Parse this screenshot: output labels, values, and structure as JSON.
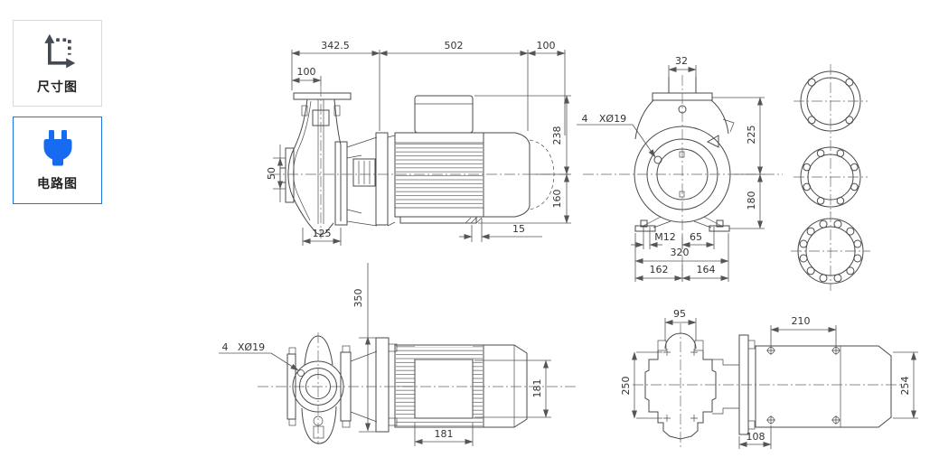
{
  "sidebar": {
    "items": [
      {
        "label": "尺寸图",
        "icon": "dimension-icon",
        "selected": false
      },
      {
        "label": "电路图",
        "icon": "plug-icon",
        "selected": true
      }
    ]
  },
  "colors": {
    "accent": "#1a73e8",
    "icon_blue": "#176bf0",
    "icon_dark": "#434a54",
    "line": "#4a4a4a",
    "dim_text": "#333333",
    "border": "#d9d9d9"
  },
  "views": {
    "side": {
      "d_342_5": "342.5",
      "d_502": "502",
      "d_100_top": "100",
      "d_100_flange": "100",
      "d_50": "50",
      "d_125": "125",
      "d_238": "238",
      "d_160": "160",
      "d_15": "15"
    },
    "front": {
      "d_32": "32",
      "hole_count": "4",
      "hole_dia": "XØ19",
      "d_225": "225",
      "d_180": "180",
      "d_m12": "M12",
      "d_65": "65",
      "d_320": "320",
      "d_162": "162",
      "d_164": "164"
    },
    "top": {
      "d_350": "350",
      "hole_count": "4",
      "hole_dia": "XØ19",
      "d_181_w": "181",
      "d_181_h": "181"
    },
    "plan": {
      "d_95": "95",
      "d_210": "210",
      "d_250": "250",
      "d_254": "254",
      "d_108": "108"
    },
    "flanges": [
      {
        "holes": 4
      },
      {
        "holes": 8
      },
      {
        "holes": 12
      }
    ]
  }
}
